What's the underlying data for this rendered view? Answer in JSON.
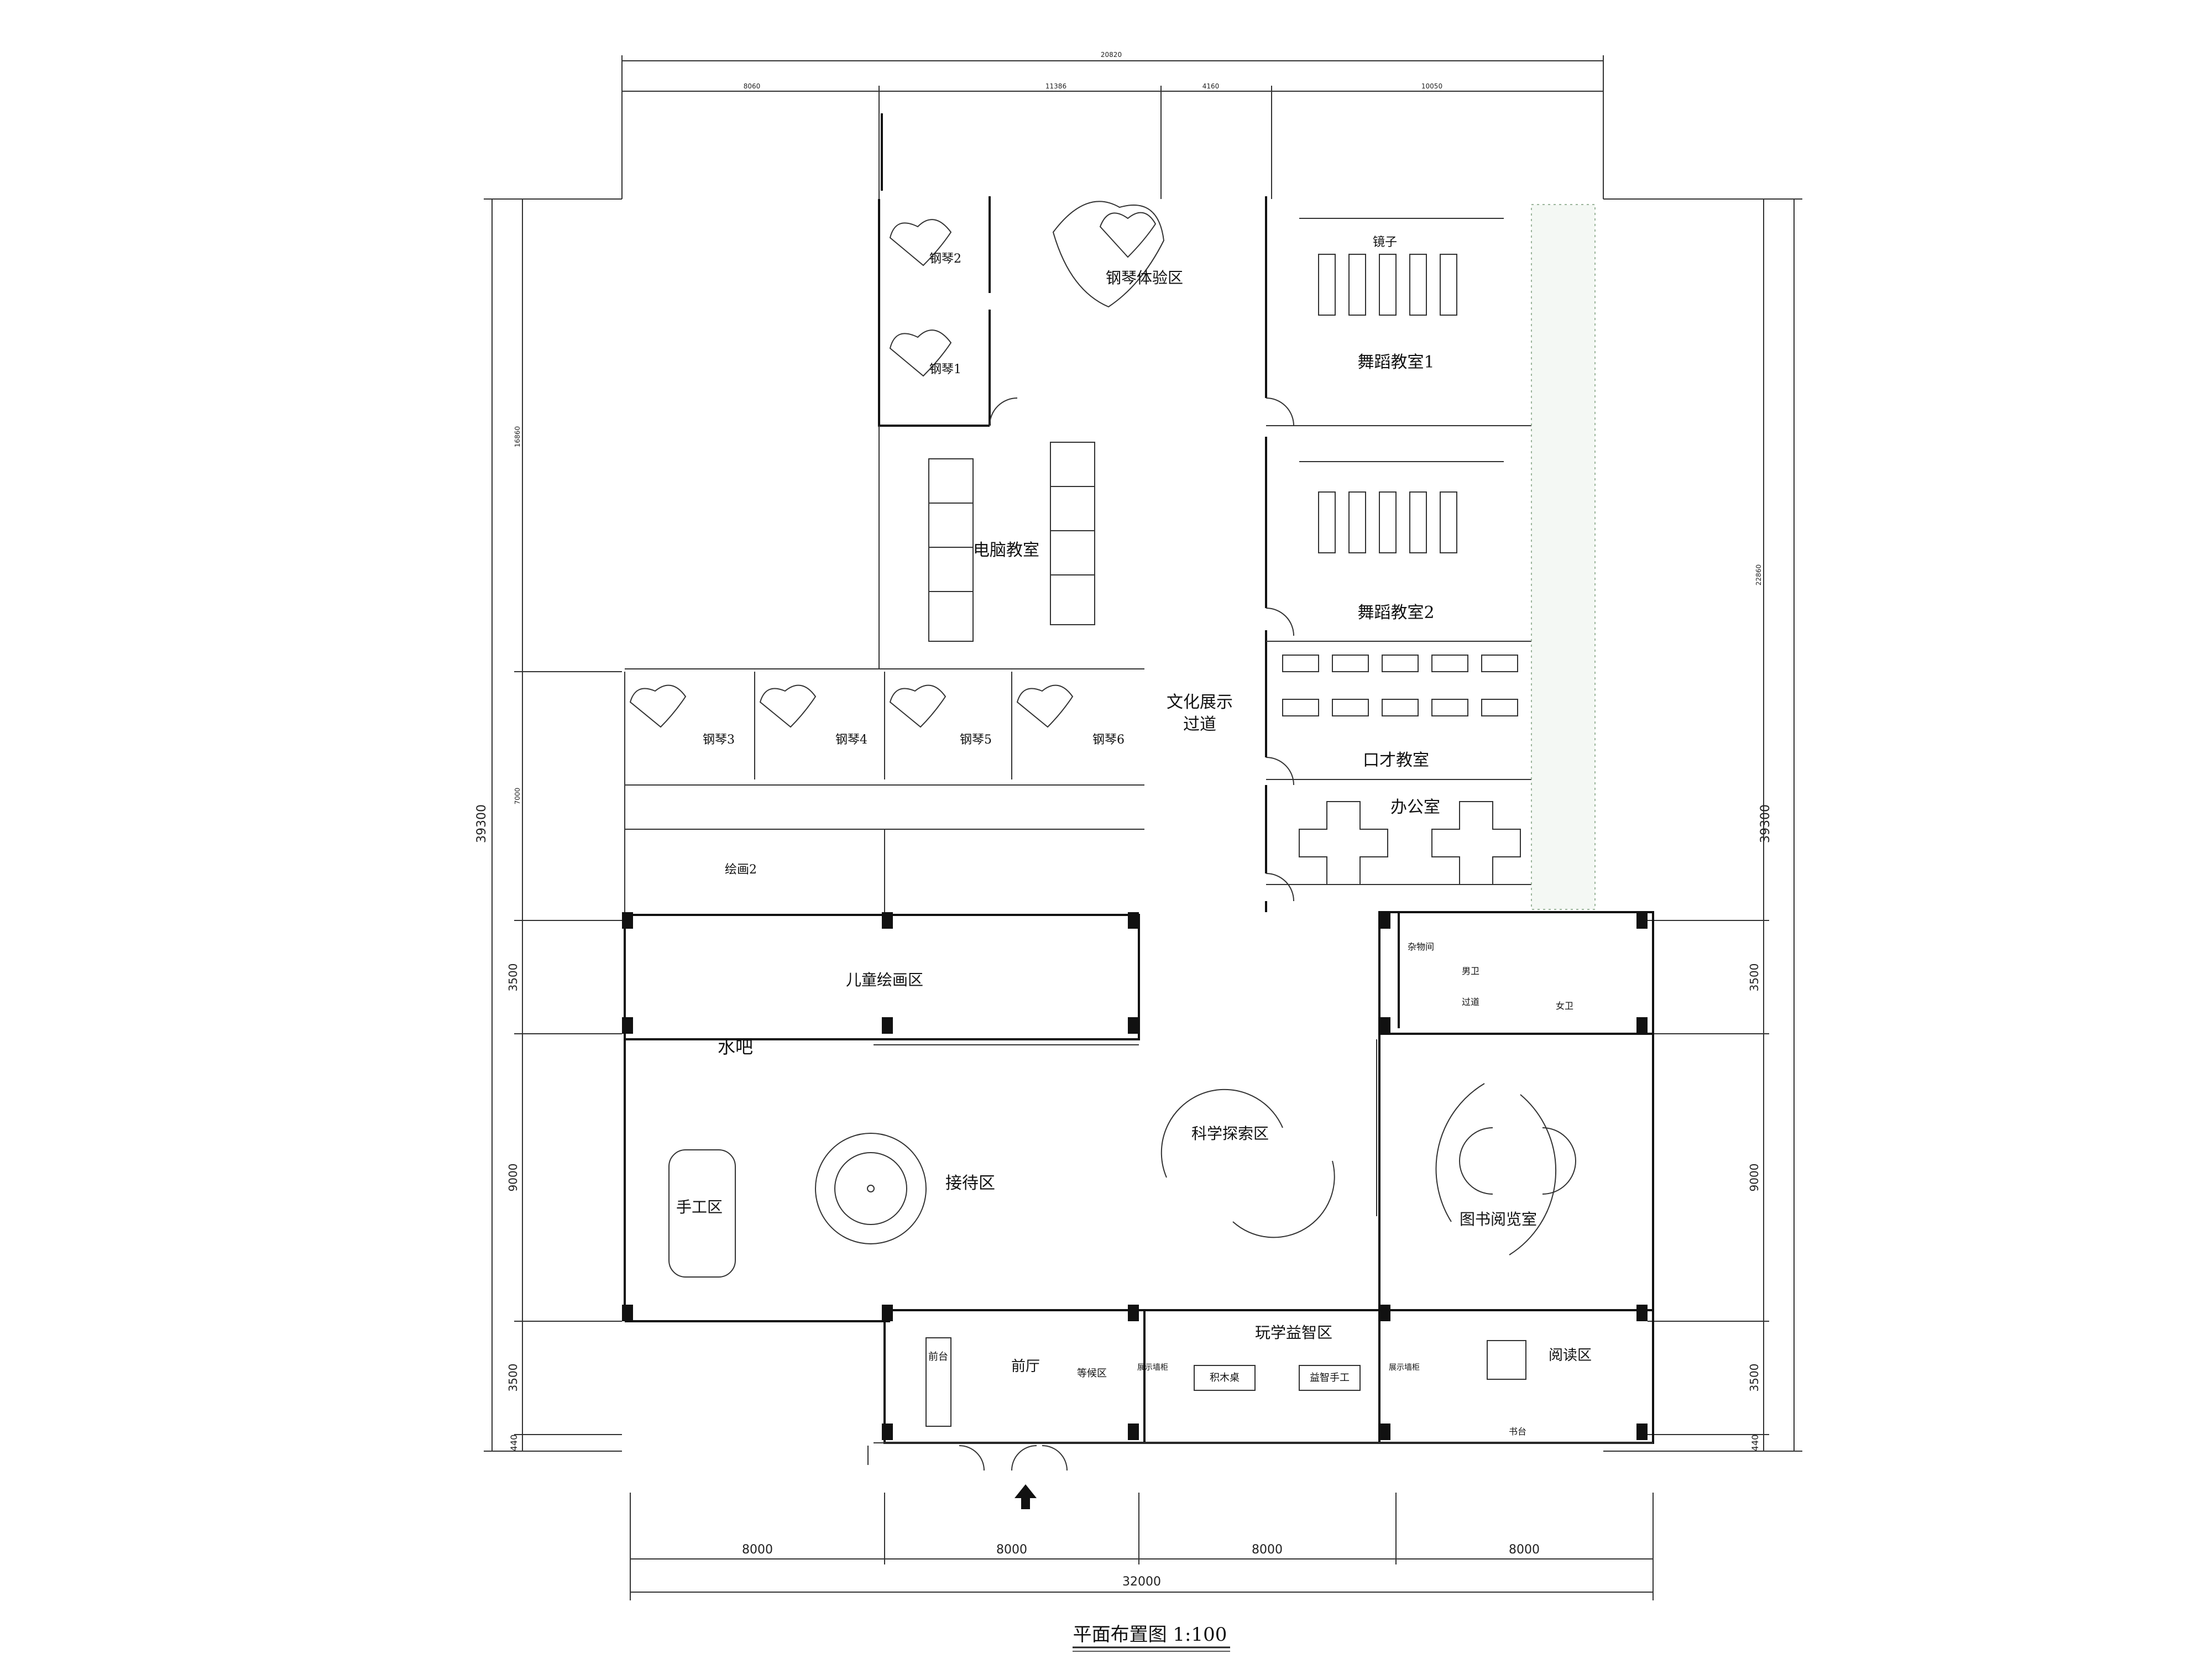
{
  "title": "平面布置图 1:100",
  "rooms": [
    {
      "key": "piano2",
      "text": "钢琴2"
    },
    {
      "key": "piano1",
      "text": "钢琴1"
    },
    {
      "key": "piano_exp",
      "text": "钢琴体验区"
    },
    {
      "key": "mirror",
      "text": "镜子"
    },
    {
      "key": "dance1",
      "text": "舞蹈教室1"
    },
    {
      "key": "computer",
      "text": "电脑教室"
    },
    {
      "key": "dance2",
      "text": "舞蹈教室2"
    },
    {
      "key": "piano3",
      "text": "钢琴3"
    },
    {
      "key": "piano4",
      "text": "钢琴4"
    },
    {
      "key": "piano5",
      "text": "钢琴5"
    },
    {
      "key": "piano6",
      "text": "钢琴6"
    },
    {
      "key": "culture1",
      "text": "文化展示"
    },
    {
      "key": "culture2",
      "text": "过道"
    },
    {
      "key": "eloquence",
      "text": "口才教室"
    },
    {
      "key": "office",
      "text": "办公室"
    },
    {
      "key": "drawing2",
      "text": "绘画2"
    },
    {
      "key": "kids_drawing",
      "text": "儿童绘画区"
    },
    {
      "key": "sundry",
      "text": "杂物间"
    },
    {
      "key": "men_wc",
      "text": "男卫"
    },
    {
      "key": "corridor",
      "text": "过道"
    },
    {
      "key": "women_wc",
      "text": "女卫"
    },
    {
      "key": "water_bar",
      "text": "水吧"
    },
    {
      "key": "science",
      "text": "科学探索区"
    },
    {
      "key": "handcraft",
      "text": "手工区"
    },
    {
      "key": "reception",
      "text": "接待区"
    },
    {
      "key": "library",
      "text": "图书阅览室"
    },
    {
      "key": "front_desk",
      "text": "前台"
    },
    {
      "key": "lobby",
      "text": "前厅"
    },
    {
      "key": "waiting",
      "text": "等候区"
    },
    {
      "key": "fun_learning",
      "text": "玩学益智区"
    },
    {
      "key": "blocks",
      "text": "积木桌"
    },
    {
      "key": "puzzle",
      "text": "益智手工"
    },
    {
      "key": "display_l",
      "text": "展示墙柜"
    },
    {
      "key": "display_r",
      "text": "展示墙柜"
    },
    {
      "key": "reading",
      "text": "阅读区"
    },
    {
      "key": "counter",
      "text": "书台"
    }
  ],
  "dimensions": {
    "top_total": "20820",
    "top_segments": [
      "8060",
      "11386",
      "4160",
      "10050"
    ],
    "left_total": "39300",
    "right_total": "39300",
    "left_upper": "16860",
    "left_mid": "7000",
    "right_upper": "22860",
    "side_rows": [
      "3500",
      "9000",
      "3500",
      "440"
    ],
    "bottom_segments": [
      "8000",
      "8000",
      "8000",
      "8000"
    ],
    "bottom_total": "32000"
  }
}
